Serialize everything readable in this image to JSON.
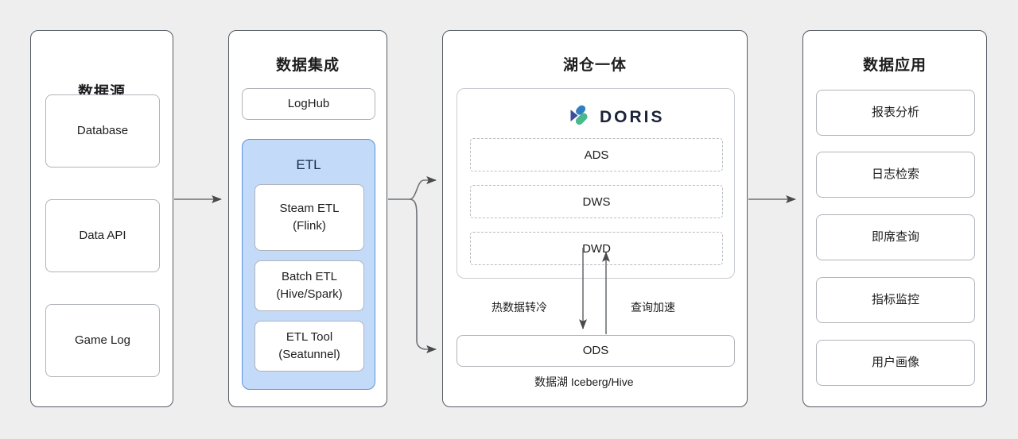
{
  "diagram": {
    "title_hidden": "",
    "background_color": "#eeeeee",
    "accent_color": "#c3daf8",
    "accent_border_color": "#5b92e0",
    "columns": [
      {
        "id": "data-source",
        "title": "数据源",
        "items": [
          {
            "label": "Database"
          },
          {
            "label": "Data API"
          },
          {
            "label": "Game Log"
          }
        ]
      },
      {
        "id": "data-integration",
        "title": "数据集成",
        "items": [
          {
            "label": "LogHub"
          }
        ],
        "group": {
          "title": "ETL",
          "items": [
            {
              "line1": "Steam ETL",
              "line2": "(Flink)"
            },
            {
              "line1": "Batch ETL",
              "line2": "(Hive/Spark)"
            },
            {
              "line1": "ETL Tool",
              "line2": "(Seatunnel)"
            }
          ]
        }
      },
      {
        "id": "lakehouse",
        "title": "湖仓一体",
        "logo": {
          "name": "doris-logo",
          "wordmark": "DORIS",
          "colors": [
            "#3b4c9b",
            "#2f7fc1",
            "#49b88b"
          ]
        },
        "layers": [
          {
            "label": "ADS"
          },
          {
            "label": "DWS"
          },
          {
            "label": "DWD"
          }
        ],
        "flow_labels": {
          "down": "热数据转冷",
          "up": "查询加速"
        },
        "ods": {
          "label": "ODS"
        },
        "footnote": "数据湖 Iceberg/Hive"
      },
      {
        "id": "data-application",
        "title": "数据应用",
        "items": [
          {
            "label": "报表分析"
          },
          {
            "label": "日志检索"
          },
          {
            "label": "即席查询"
          },
          {
            "label": "指标监控"
          },
          {
            "label": "用户画像"
          }
        ]
      }
    ]
  }
}
